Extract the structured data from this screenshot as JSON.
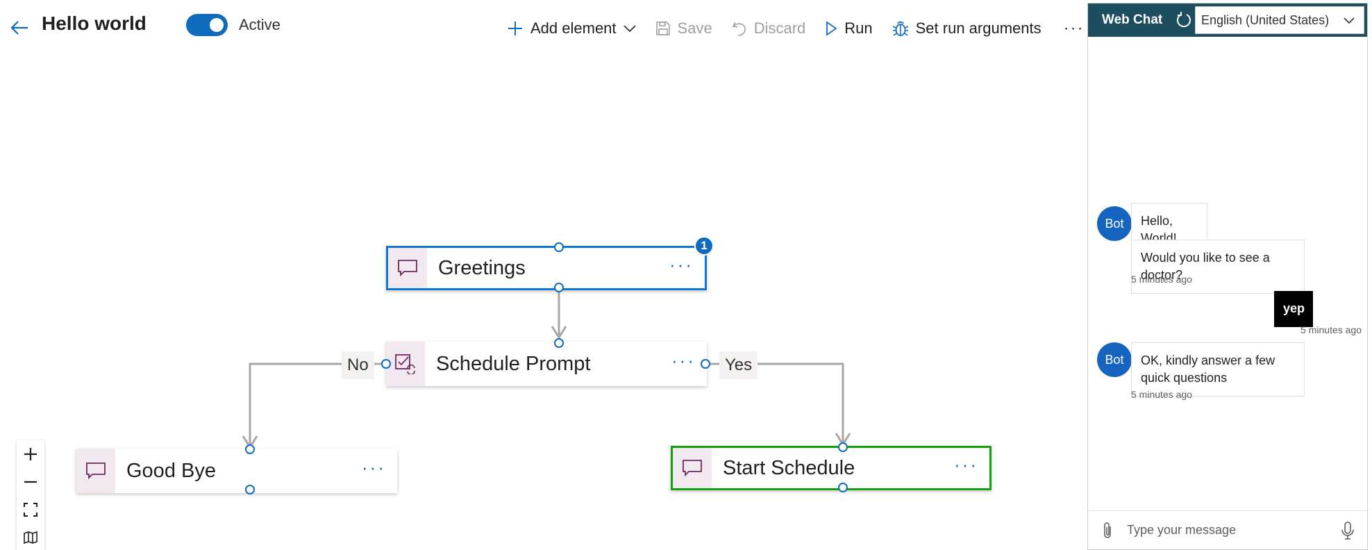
{
  "header": {
    "title": "Hello world",
    "status_label": "Active",
    "status_on": true
  },
  "toolbar": {
    "add_element": "Add element",
    "save": "Save",
    "discard": "Discard",
    "run": "Run",
    "set_run_arguments": "Set run arguments",
    "more": "···"
  },
  "canvas": {
    "nodes": {
      "greetings": {
        "label": "Greetings",
        "badge": "1",
        "type": "message"
      },
      "schedule_prompt": {
        "label": "Schedule Prompt",
        "type": "prompt"
      },
      "good_bye": {
        "label": "Good Bye",
        "type": "message"
      },
      "start_schedule": {
        "label": "Start Schedule",
        "type": "message"
      }
    },
    "edges": {
      "no_label": "No",
      "yes_label": "Yes"
    },
    "node_more": "···",
    "zoom_controls": [
      "zoom-in",
      "zoom-out",
      "fit-to-screen",
      "minimap"
    ]
  },
  "chat": {
    "title": "Web Chat",
    "locale": "English (United States)",
    "messages": {
      "m1": {
        "from": "Bot",
        "text": "Hello, World!"
      },
      "m2": {
        "from": "Bot",
        "text": "Would you like to see a doctor?",
        "time": "5 minutes ago"
      },
      "m3": {
        "from": "User",
        "text": "yep",
        "time": "5 minutes ago"
      },
      "m4": {
        "from": "Bot",
        "text": "OK, kindly answer a few quick questions",
        "time": "5 minutes ago"
      }
    },
    "bot_avatar": "Bot",
    "input_placeholder": "Type your message"
  },
  "colors": {
    "accent": "#0f6cbd",
    "selected_border": "#0f78d4",
    "success_border": "#13a10e",
    "chat_header": "#1d4e5f",
    "node_icon_bg": "#f1e9ef",
    "node_icon": "#6b2a5c"
  }
}
